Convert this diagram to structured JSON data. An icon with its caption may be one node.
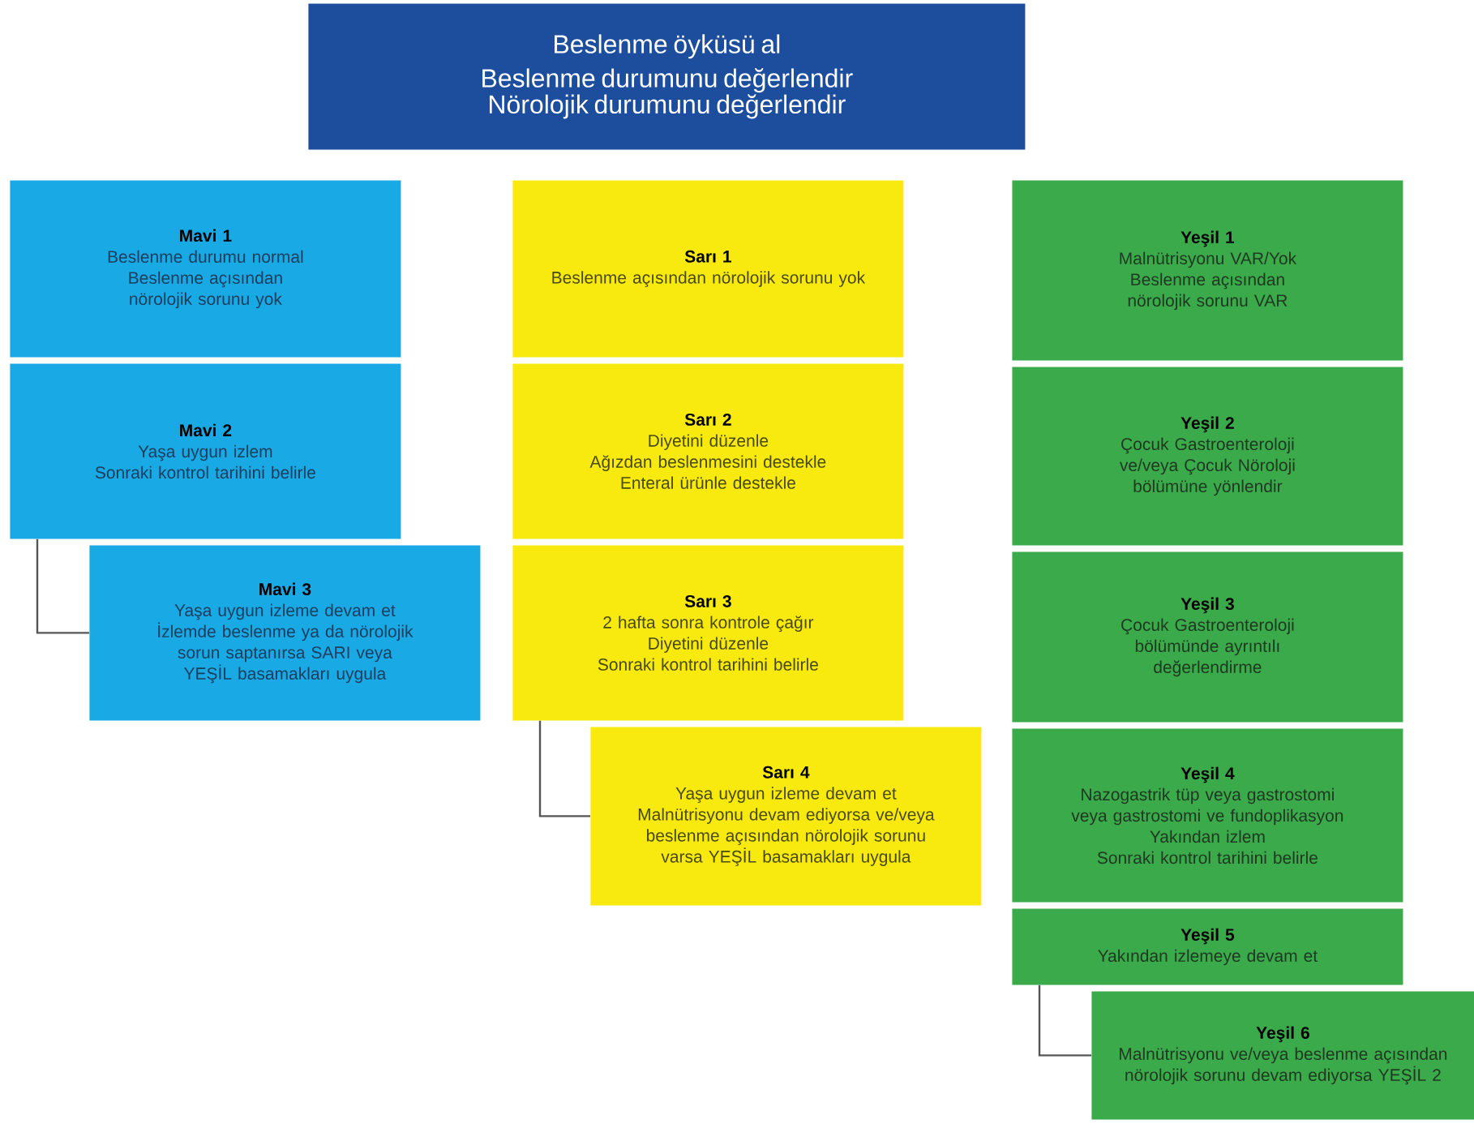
{
  "diagram": {
    "nodes": [
      {
        "text": [
          "Beslenme öyküsü al",
          "Beslenme durumunu değerlendir",
          "Nörolojik durumunu değerlendir"
        ]
      },
      {
        "text": [
          "Mavi 1",
          "Beslenme durumu normal",
          "Beslenme açısından nörolojik sorunu yok"
        ]
      },
      {
        "text": [
          "Mavi 2",
          "Yaşa uygun izlem",
          "Sonraki kontrol tarihini belirle"
        ]
      },
      {
        "text": [
          "Mavi 3",
          "Yaşa uygun izleme devam et",
          "İzlemde beslenme ya da nörolojik sorun saptanırsa SARI veya YEŞİL basamakları uygula"
        ]
      },
      {
        "text": [
          "Sarı 1",
          "Beslenme açısından nörolojik sorunu yok"
        ]
      },
      {
        "text": [
          "Sarı 2",
          "Diyetini düzenle",
          "Ağızdan beslenmesini destekle",
          "Enteral ürünle destekle"
        ]
      },
      {
        "text": [
          "Sarı 3",
          "2 hafta sonra kontrole çağır",
          "Diyetini düzenle",
          "Sonraki kontrol tarihini belirle"
        ]
      },
      {
        "text": [
          "Sarı 4",
          "Yaşa uygun izleme devam et",
          "Malnütrisyonu devam ediyorsa ve/veya beslenme açısından nörolojik sorunu varsa YEŞİL basamakları uygula"
        ]
      },
      {
        "text": [
          "Yeşil 1",
          "Malnütrisyonu VAR/Yok",
          "Beslenme açısından nörolojik sorunu VAR"
        ]
      },
      {
        "text": [
          "Yeşil 2",
          "Çocuk Gastroenteroloji ve/veya Çocuk Nöroloji bölümüne yönlendir"
        ]
      },
      {
        "text": [
          "Yeşil 3",
          "Çocuk Gastroenteroloji bölümünde ayrıntılı değerlendirme"
        ]
      },
      {
        "text": [
          "Yeşil 4",
          "Nazogastrik tüp veya gastrostomi veya gastrostomi ve fundoplikasyon",
          "Yakından izlem",
          "Sonraki kontrol tarihini belirle"
        ]
      },
      {
        "text": [
          "Yeşil 5",
          "Yakından izlemeye devam et"
        ]
      },
      {
        "text": [
          "Yeşil 6",
          "Malnütrisyonu ve/veya beslenme açısından nörolojik sorunu devam ediyorsa YEŞİL 2"
        ]
      }
    ],
    "edges": [
      {
        "from": 2,
        "to": 3,
        "arrow": "none"
      },
      {
        "from": 6,
        "to": 7,
        "arrow": "none"
      },
      {
        "from": 12,
        "to": 13,
        "arrow": "none"
      }
    ]
  }
}
